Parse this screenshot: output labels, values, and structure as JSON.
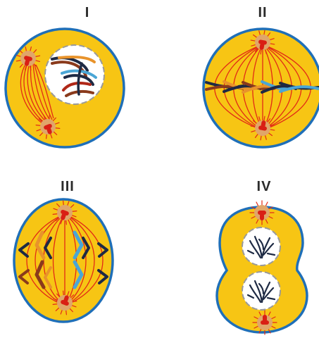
{
  "stages": [
    {
      "label": "I"
    },
    {
      "label": "II"
    },
    {
      "label": "III"
    },
    {
      "label": "IV"
    }
  ],
  "colors": {
    "cytoplasm": "#f7c514",
    "membrane": "#1f6fb8",
    "spindle": "#e22a16",
    "centrosome": "#e0a56a",
    "centriole": "#d91f14",
    "chromosome_dark": "#1e2a44",
    "chromosome_brown": "#8a3a1c",
    "chromosome_orange": "#e8932b",
    "chromosome_blue": "#4aa6d6"
  }
}
